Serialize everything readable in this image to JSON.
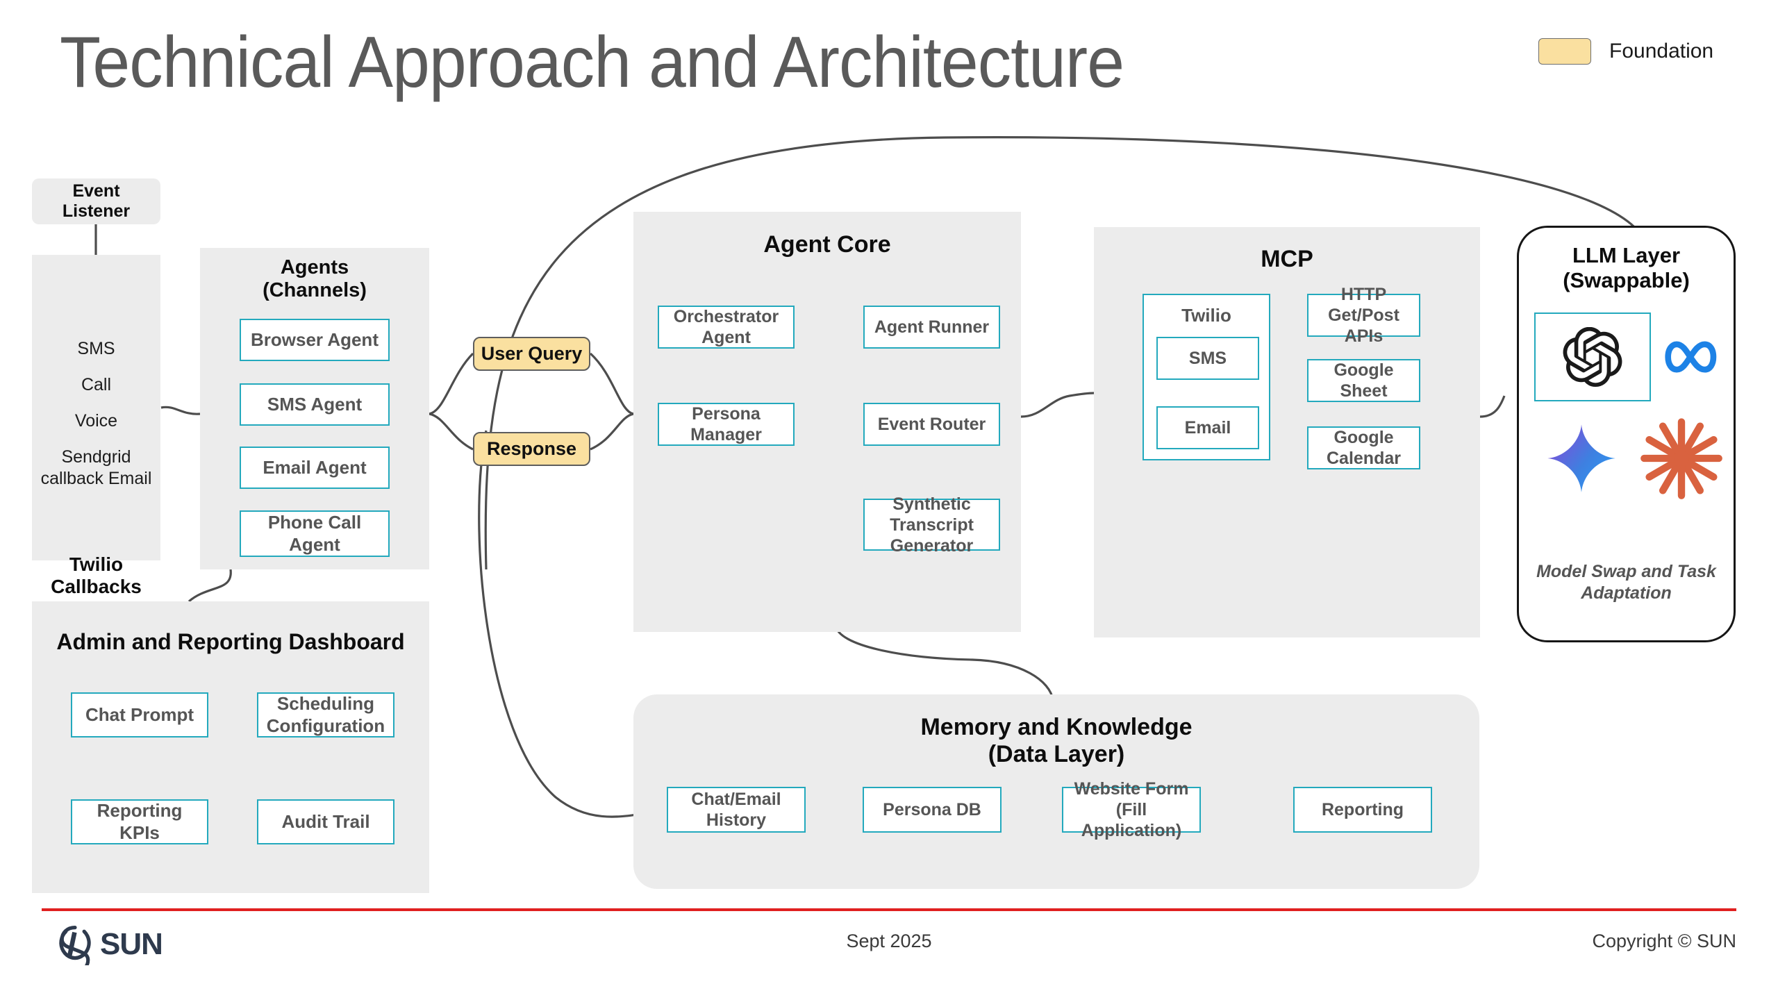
{
  "slide": {
    "title": "Technical Approach and Architecture"
  },
  "legend": {
    "swatch_color": "#fae0a0",
    "label": "Foundation"
  },
  "event_listener": {
    "label": "Event\nListener"
  },
  "twilio_callbacks": {
    "title": "Twilio\nCallbacks",
    "items": [
      "SMS",
      "Call",
      "Voice",
      "Sendgrid\ncallback Email"
    ]
  },
  "agents": {
    "title": "Agents\n(Channels)",
    "items": [
      "Browser Agent",
      "SMS Agent",
      "Email Agent",
      "Phone Call\nAgent"
    ]
  },
  "admin_dashboard": {
    "title": "Admin and Reporting Dashboard",
    "items": [
      "Chat Prompt",
      "Scheduling\nConfiguration",
      "Reporting KPIs",
      "Audit Trail"
    ]
  },
  "flow": {
    "user_query": "User Query",
    "response": "Response"
  },
  "agent_core": {
    "title": "Agent Core",
    "items": [
      "Orchestrator\nAgent",
      "Persona\nManager",
      "Agent Runner",
      "Event Router",
      "Synthetic\nTranscript\nGenerator"
    ]
  },
  "mcp": {
    "title": "MCP",
    "twilio_group_label": "Twilio",
    "twilio_children": [
      "SMS",
      "Email"
    ],
    "items": [
      "HTTP\nGet/Post\nAPIs",
      "Google\nSheet",
      "Google\nCalendar"
    ]
  },
  "llm_layer": {
    "title": "LLM Layer\n(Swappable)",
    "caption": "Model Swap and Task Adaptation",
    "logos": [
      "openai-logo",
      "meta-logo",
      "gemini-logo",
      "claude-logo"
    ],
    "colors": {
      "openai": "#1a1a1a",
      "meta": "#1d82e6",
      "gemini_from": "#8b45d8",
      "gemini_to": "#2a9df4",
      "claude": "#d9623f"
    }
  },
  "memory": {
    "title": "Memory and Knowledge\n(Data Layer)",
    "items": [
      "Chat/Email\nHistory",
      "Persona DB",
      "Website Form\n(Fill\nApplication)",
      "Reporting"
    ]
  },
  "footer": {
    "logo_word": "SUN",
    "date": "Sept 2025",
    "copyright": "Copyright © SUN",
    "rule_color": "#e02020"
  },
  "theme": {
    "node_border": "#23a9bd",
    "panel_bg": "#ececec",
    "node_text": "#555555",
    "title_color": "#5a5a5a"
  }
}
